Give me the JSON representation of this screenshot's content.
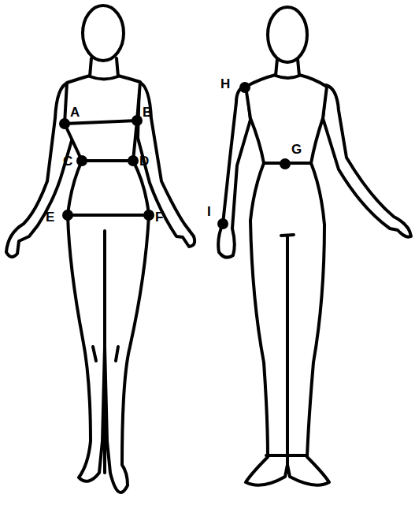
{
  "diagram": {
    "labels": [
      "A",
      "B",
      "C",
      "D",
      "E",
      "F",
      "G",
      "H",
      "I"
    ]
  }
}
